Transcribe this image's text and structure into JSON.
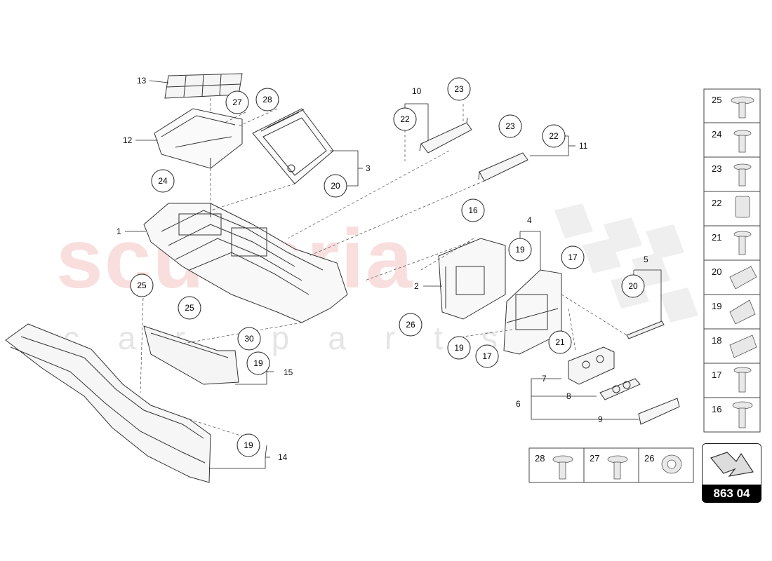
{
  "watermark": {
    "brand": "scuderia",
    "sub": "car parts"
  },
  "figure_id": "863 04",
  "callouts": [
    "1",
    "2",
    "3",
    "4",
    "5",
    "6",
    "7",
    "8",
    "9",
    "10",
    "11",
    "12",
    "13",
    "14",
    "15"
  ],
  "bubbles": {
    "b13_27": "27",
    "b13_28": "28",
    "b24": "24",
    "b20a": "20",
    "b22a": "22",
    "b23a": "23",
    "b23b": "23",
    "b22b": "22",
    "b16": "16",
    "b19a": "19",
    "b17a": "17",
    "b20b": "20",
    "b25a": "25",
    "b25b": "25",
    "b26": "26",
    "b19b": "19",
    "b17b": "17",
    "b21": "21",
    "b30": "30",
    "b19c": "19",
    "b19d": "19"
  },
  "parts_legend": {
    "right_column": [
      "25",
      "24",
      "23",
      "22",
      "21",
      "20",
      "19",
      "18",
      "17",
      "16"
    ],
    "bottom_row": [
      "28",
      "27",
      "26"
    ]
  }
}
